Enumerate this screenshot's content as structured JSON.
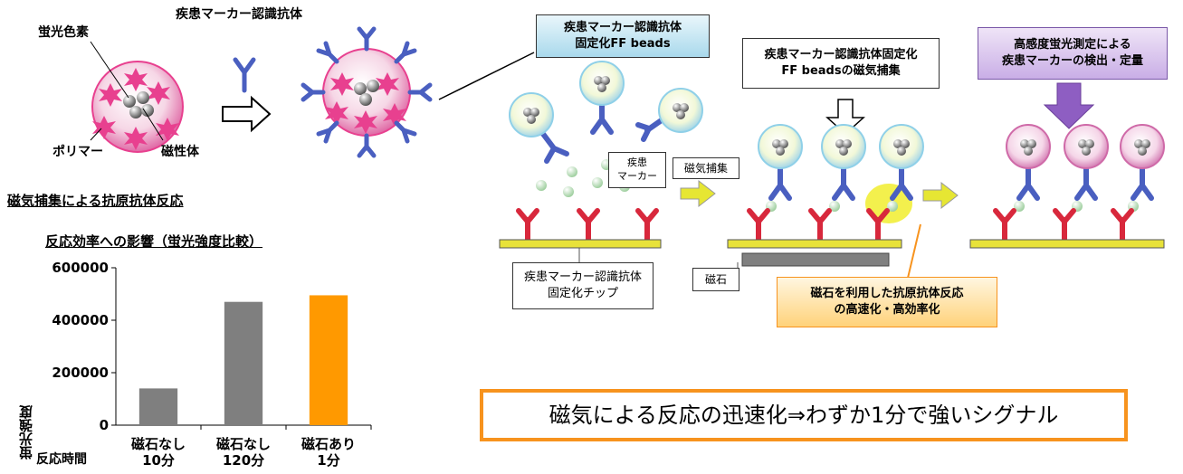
{
  "particle": {
    "label_dye": "蛍光色素",
    "label_antibody": "疾患マーカー認識抗体",
    "label_polymer": "ポリマー",
    "label_magnet_core": "磁性体"
  },
  "chart_heading": {
    "line1": "磁気捕集による抗原抗体反応",
    "line2": "反応効率への影響（蛍光強度比較）"
  },
  "process": {
    "beads_title": "疾患マーカー認識抗体\n固定化FF beads",
    "capture_title": "疾患マーカー認識抗体固定化\nFF beadsの磁気捕集",
    "detect_title": "高感度蛍光測定による\n疾患マーカーの検出・定量",
    "marker_label": "疾患\nマーカー",
    "mag_capture_label": "磁気捕集",
    "chip_label": "疾患マーカー認識抗体\n固定化チップ",
    "magnet_label": "磁石",
    "accel_label": "磁石を利用した抗原抗体反応\nの高速化・高効率化"
  },
  "banner": "磁気による反応の迅速化⇒わずか1分で強いシグナル",
  "colors": {
    "bead_fill": "#e8408f",
    "antibody": "#4a5fc0",
    "chip_antibody": "#d8283c",
    "chip": "#e8e23a",
    "magnet": "#808080",
    "highlight_bar": "#ff9900",
    "gray_bar": "#7f7f7f",
    "arrow_fill": "#e6e633",
    "banner_border": "#f7931e",
    "detect_box": "#8e5ec2",
    "beads_box": "#bfe3f2"
  },
  "chart_data": {
    "type": "bar",
    "ylabel": "蛍光強度",
    "xlabel": "反応時間",
    "ylim": [
      0,
      600000
    ],
    "yticks": [
      "0",
      "200000",
      "400000",
      "600000"
    ],
    "categories": [
      {
        "line1": "磁石なし",
        "line2": "10分"
      },
      {
        "line1": "磁石なし",
        "line2": "120分"
      },
      {
        "line1": "磁石あり",
        "line2": "1分"
      }
    ],
    "values": [
      140000,
      470000,
      495000
    ],
    "highlight_index": 2
  }
}
